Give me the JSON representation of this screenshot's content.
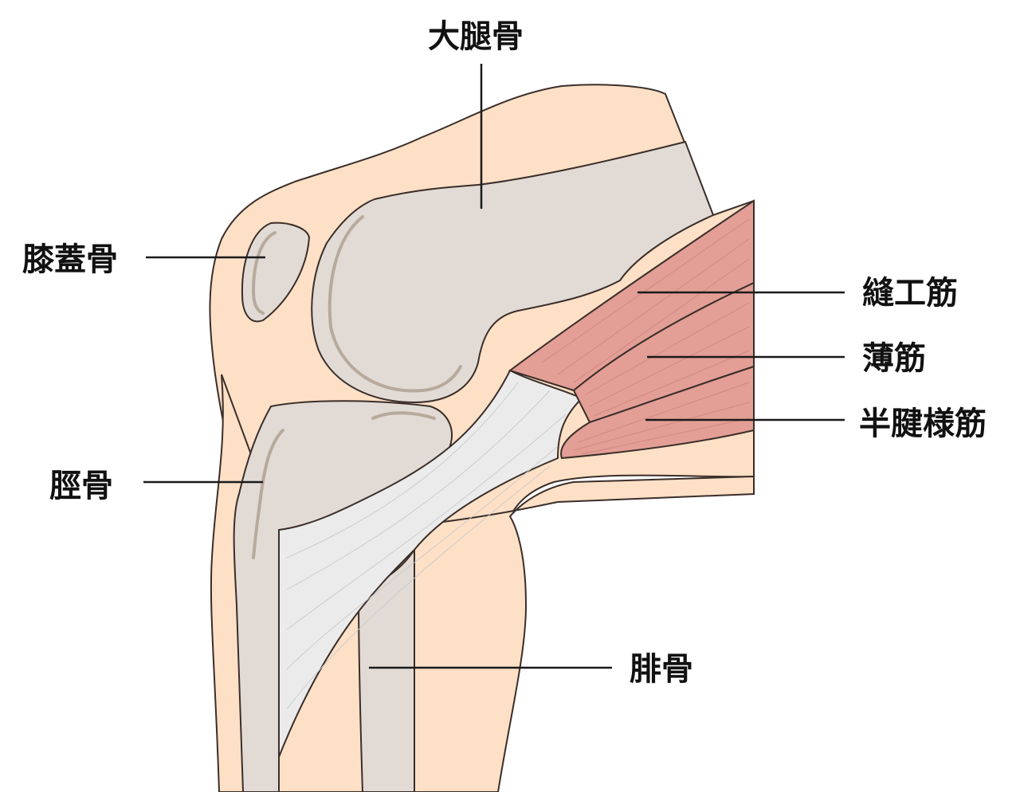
{
  "labels": {
    "femur": "大腿骨",
    "patella": "膝蓋骨",
    "tibia": "脛骨",
    "fibula": "腓骨",
    "sartorius": "縫工筋",
    "gracilis": "薄筋",
    "semitendinosus": "半腱様筋"
  },
  "colors": {
    "skin": "#fde0c6",
    "bone": "#e2dbd5",
    "tendon": "#ebebeb",
    "muscle": "#e39e96",
    "outline": "#3a2e2a",
    "label_text": "#111111"
  }
}
